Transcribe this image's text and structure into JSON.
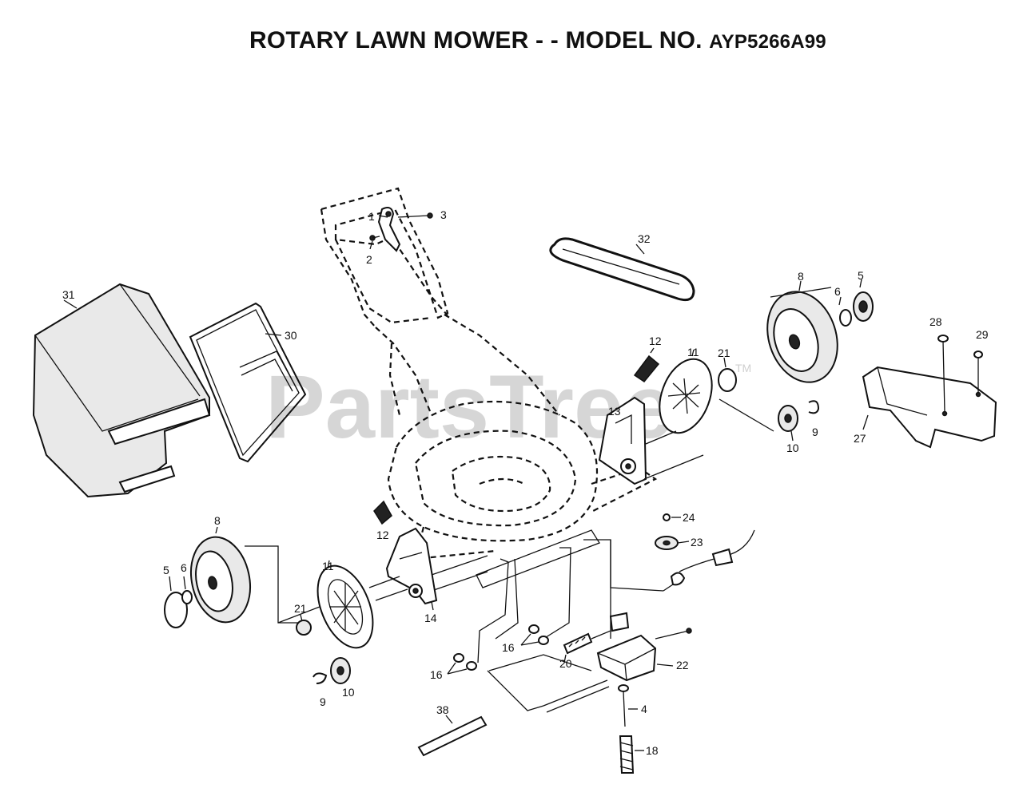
{
  "header": {
    "title_main": "ROTARY LAWN MOWER - - MODEL NO.",
    "title_model": "AYP5266A99"
  },
  "watermark": {
    "text": "PartsTree",
    "tm": "TM"
  },
  "callouts": {
    "c1": "1",
    "c2": "2",
    "c3": "3",
    "c31": "31",
    "c30": "30",
    "c32": "32",
    "c8r": "8",
    "c6r": "6",
    "c5r": "5",
    "c12a": "12",
    "c11r": "11",
    "c21r": "21",
    "c13": "13",
    "c28": "28",
    "c29": "29",
    "c27": "27",
    "c9r": "9",
    "c10r": "10",
    "c12b": "12",
    "c8l": "8",
    "c5l": "5",
    "c6l": "6",
    "c11l": "11",
    "c21l": "21",
    "c14": "14",
    "c24": "24",
    "c23": "23",
    "c16a": "16",
    "c16b": "16",
    "c20": "20",
    "c22": "22",
    "c9l": "9",
    "c10l": "10",
    "c4": "4",
    "c38": "38",
    "c18": "18"
  }
}
